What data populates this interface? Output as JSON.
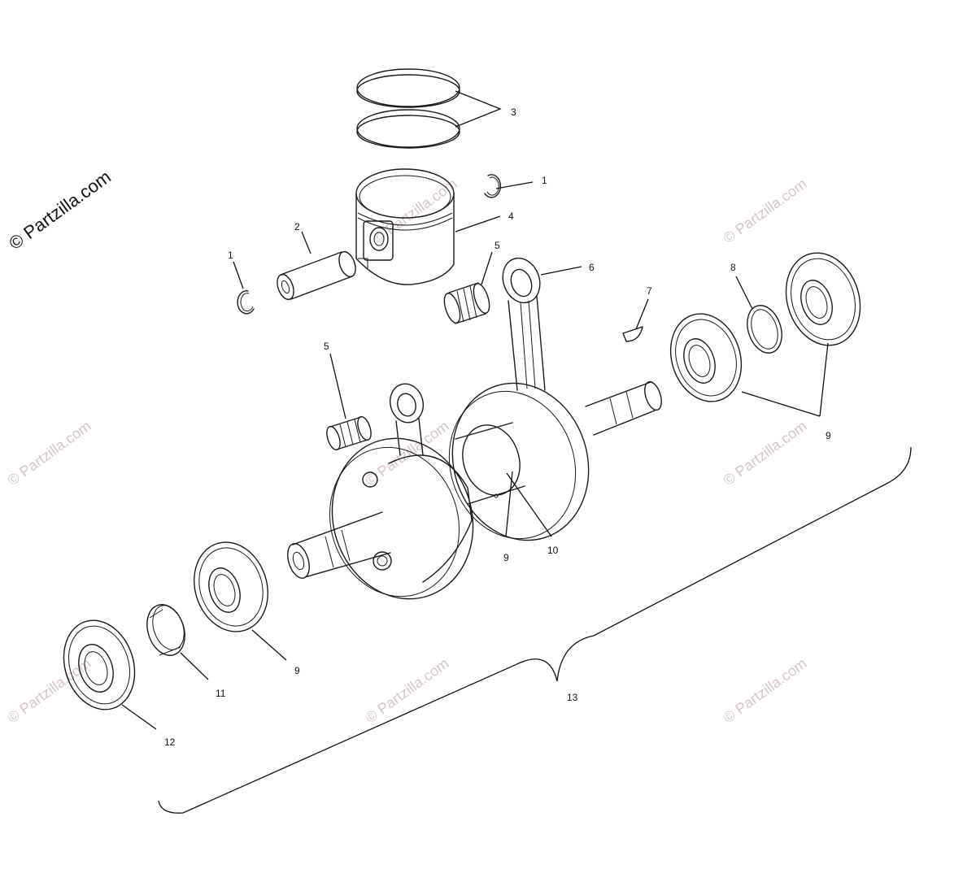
{
  "watermark": {
    "main_text": "© Partzilla.com",
    "repeat_text": "© Partzilla.com",
    "color": "#d7c5c5"
  },
  "callouts": [
    {
      "id": "c3",
      "text": "3"
    },
    {
      "id": "c1a",
      "text": "1"
    },
    {
      "id": "c4",
      "text": "4"
    },
    {
      "id": "c2",
      "text": "2"
    },
    {
      "id": "c1b",
      "text": "1"
    },
    {
      "id": "c5a",
      "text": "5"
    },
    {
      "id": "c6",
      "text": "6"
    },
    {
      "id": "c7",
      "text": "7"
    },
    {
      "id": "c8",
      "text": "8"
    },
    {
      "id": "c9a",
      "text": "9"
    },
    {
      "id": "c5b",
      "text": "5"
    },
    {
      "id": "c9b",
      "text": "9"
    },
    {
      "id": "c10",
      "text": "10"
    },
    {
      "id": "c9c",
      "text": "9"
    },
    {
      "id": "c11",
      "text": "11"
    },
    {
      "id": "c12",
      "text": "12"
    },
    {
      "id": "c13",
      "text": "13"
    }
  ]
}
